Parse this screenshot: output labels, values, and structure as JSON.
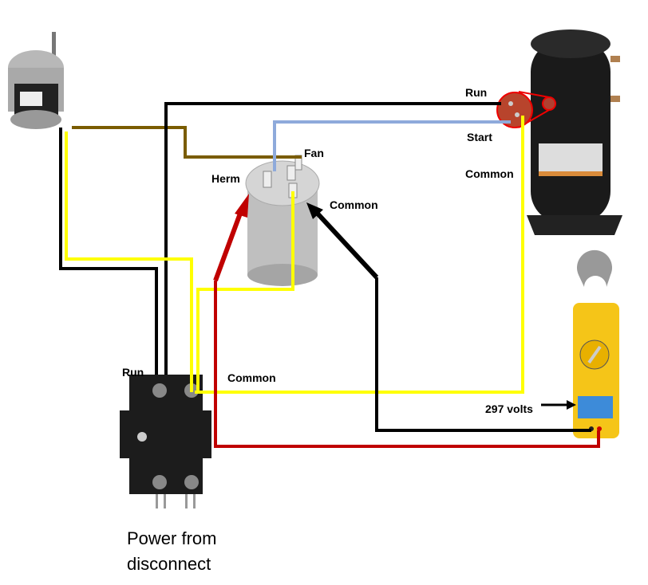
{
  "labels": {
    "compressor_run": "Run",
    "compressor_start": "Start",
    "compressor_common": "Common",
    "cap_fan": "Fan",
    "cap_herm": "Herm",
    "cap_common": "Common",
    "contactor_run": "Run",
    "contactor_common": "Common",
    "meter_reading": "297 volts",
    "power_line1": "Power from",
    "power_line2": "disconnect"
  },
  "colors": {
    "black_wire": "#000000",
    "brown_wire": "#7a5c00",
    "blue_wire": "#8eaadb",
    "yellow_wire": "#ffff00",
    "red_wire": "#c00000",
    "meter_body": "#f5c518",
    "meter_screen": "#3d8bd9"
  }
}
